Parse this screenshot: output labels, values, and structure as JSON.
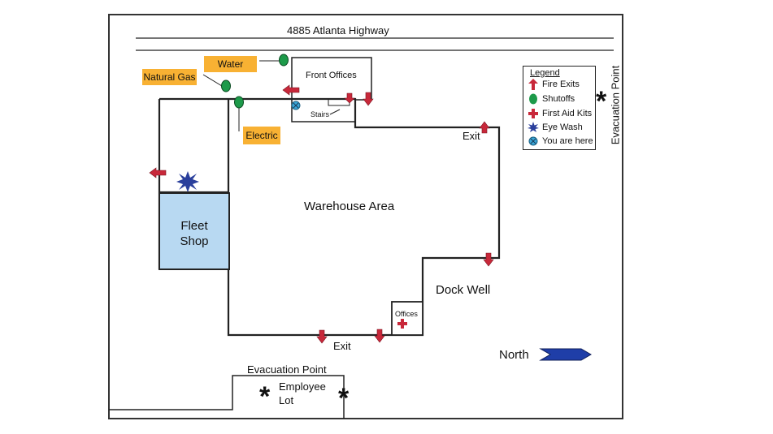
{
  "street": "4885 Atlanta Highway",
  "shutoffs": {
    "water": "Water",
    "natural_gas": "Natural Gas",
    "electric": "Electric"
  },
  "rooms": {
    "front_offices": "Front Offices",
    "stairs": "Stairs",
    "warehouse": "Warehouse Area",
    "fleet_shop_line1": "Fleet",
    "fleet_shop_line2": "Shop",
    "dock_well": "Dock Well",
    "offices": "Offices"
  },
  "exits": {
    "east_exit": "Exit",
    "south_exit": "Exit"
  },
  "evacuation": {
    "east": "Evacuation Point",
    "south": "Evacuation Point",
    "lot_line1": "Employee",
    "lot_line2": "Lot"
  },
  "north_label": "North",
  "legend": {
    "title": "Legend",
    "items": [
      {
        "label": "Fire Exits",
        "icon": "fire-exit-arrow-icon"
      },
      {
        "label": "Shutoffs",
        "icon": "shutoff-icon"
      },
      {
        "label": "First Aid Kits",
        "icon": "first-aid-icon"
      },
      {
        "label": "Eye Wash",
        "icon": "eye-wash-icon"
      },
      {
        "label": "You are here",
        "icon": "you-are-here-icon"
      }
    ]
  },
  "colors": {
    "exit_red": "#c8283a",
    "shutoff_green": "#1d9a4a",
    "tag_orange": "#f8b133",
    "fleet_blue": "#b8d9f2",
    "eyewash_blue": "#2a3f9c",
    "here_blue": "#3aa6d8",
    "north_blue": "#1f3ea8"
  }
}
